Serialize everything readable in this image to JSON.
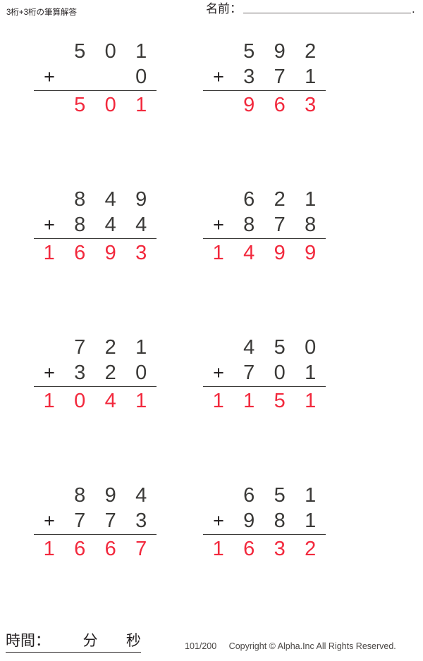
{
  "header": {
    "title": "3桁+3桁の筆算解答",
    "name_label": "名前：",
    "name_value": "",
    "name_period": "."
  },
  "colors": {
    "answer_red": "#f2293d",
    "ink": "#3b3a38",
    "rule": "#231f20"
  },
  "problems": [
    {
      "id": 1,
      "operator": "+",
      "addend1": "501",
      "addend2": "0",
      "answer": "501"
    },
    {
      "id": 2,
      "operator": "+",
      "addend1": "592",
      "addend2": "371",
      "answer": "963"
    },
    {
      "id": 3,
      "operator": "+",
      "addend1": "849",
      "addend2": "844",
      "answer": "1693"
    },
    {
      "id": 4,
      "operator": "+",
      "addend1": "621",
      "addend2": "878",
      "answer": "1499"
    },
    {
      "id": 5,
      "operator": "+",
      "addend1": "721",
      "addend2": "320",
      "answer": "1041"
    },
    {
      "id": 6,
      "operator": "+",
      "addend1": "450",
      "addend2": "701",
      "answer": "1151"
    },
    {
      "id": 7,
      "operator": "+",
      "addend1": "894",
      "addend2": "773",
      "answer": "1667"
    },
    {
      "id": 8,
      "operator": "+",
      "addend1": "651",
      "addend2": "981",
      "answer": "1632"
    }
  ],
  "footer": {
    "time_label": "時間：",
    "minute_unit": "分",
    "second_unit": "秒",
    "page_number": "101/200",
    "copyright": "Copyright © Alpha.Inc All Rights Reserved."
  }
}
